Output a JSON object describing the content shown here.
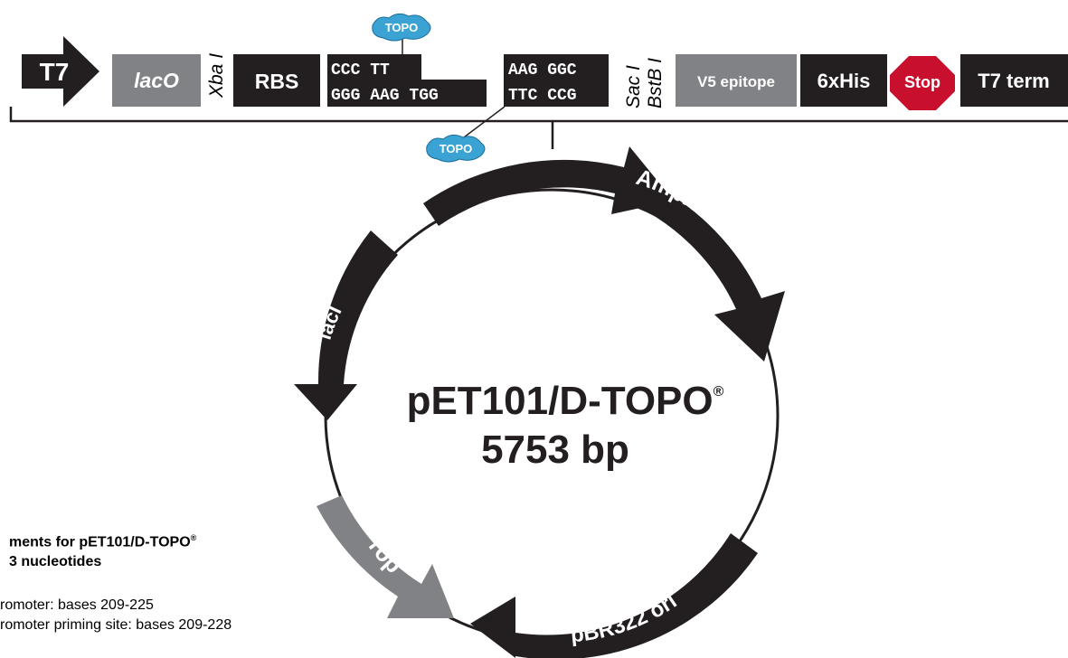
{
  "map": {
    "elements": {
      "t7": "T7",
      "laco": "lacO",
      "xba": "Xba I",
      "rbs": "RBS",
      "seq_top_left": "CCC TT",
      "seq_bottom_left": "GGG AAG TGG",
      "seq_top_right": "AAG GGC",
      "seq_bottom_right": "TTC CCG",
      "sac": "Sac I",
      "bstb": "BstB I",
      "v5": "V5 epitope",
      "his": "6xHis",
      "stop": "Stop",
      "t7term": "T7 term",
      "topo_top": "TOPO",
      "topo_bottom": "TOPO"
    },
    "plasmid": {
      "name": "pET101/D-TOPO",
      "reg": "®",
      "size": "5753 bp",
      "genes": {
        "ampicillin": "Ampicillin",
        "laci": "lacI",
        "rop": "rop",
        "ori": "pBR322 ori"
      }
    }
  },
  "notes": {
    "title_line1": "ments for pET101/D-TOPO",
    "title_reg": "®",
    "title_line2": "3 nucleotides",
    "line1": "romoter: bases 209-225",
    "line2": "romoter priming site: bases 209-228"
  },
  "colors": {
    "black": "#231f20",
    "gray": "#808285",
    "stop_red": "#c8102e",
    "topo_blue": "#3aa3d4"
  }
}
